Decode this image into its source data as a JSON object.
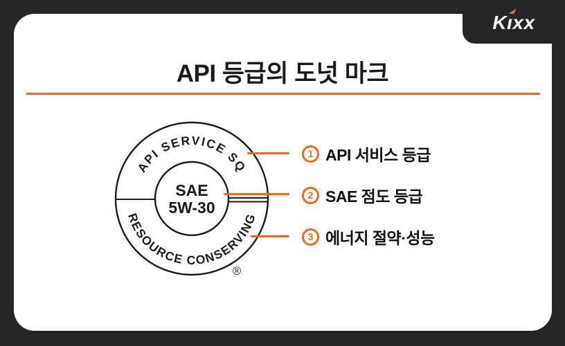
{
  "brand": {
    "name": "Kixx",
    "part_k": "K",
    "part_i": "ı",
    "part_xx": "xx"
  },
  "header": {
    "title": "API 등급의 도넛 마크"
  },
  "donut": {
    "top_arc_text": "API SERVICE SQ",
    "center_line1": "SAE",
    "center_line2": "5W-30",
    "bottom_arc_text": "RESOURCE CONSERVING",
    "registered_mark": "®"
  },
  "callouts": [
    {
      "number": "1",
      "label": "API 서비스 등급"
    },
    {
      "number": "2",
      "label": "SAE 점도 등급"
    },
    {
      "number": "3",
      "label": "에너지 절약·성능"
    }
  ],
  "colors": {
    "accent_orange": "#F4661E",
    "background_dark": "#262626",
    "ink": "#1A1A1A"
  }
}
